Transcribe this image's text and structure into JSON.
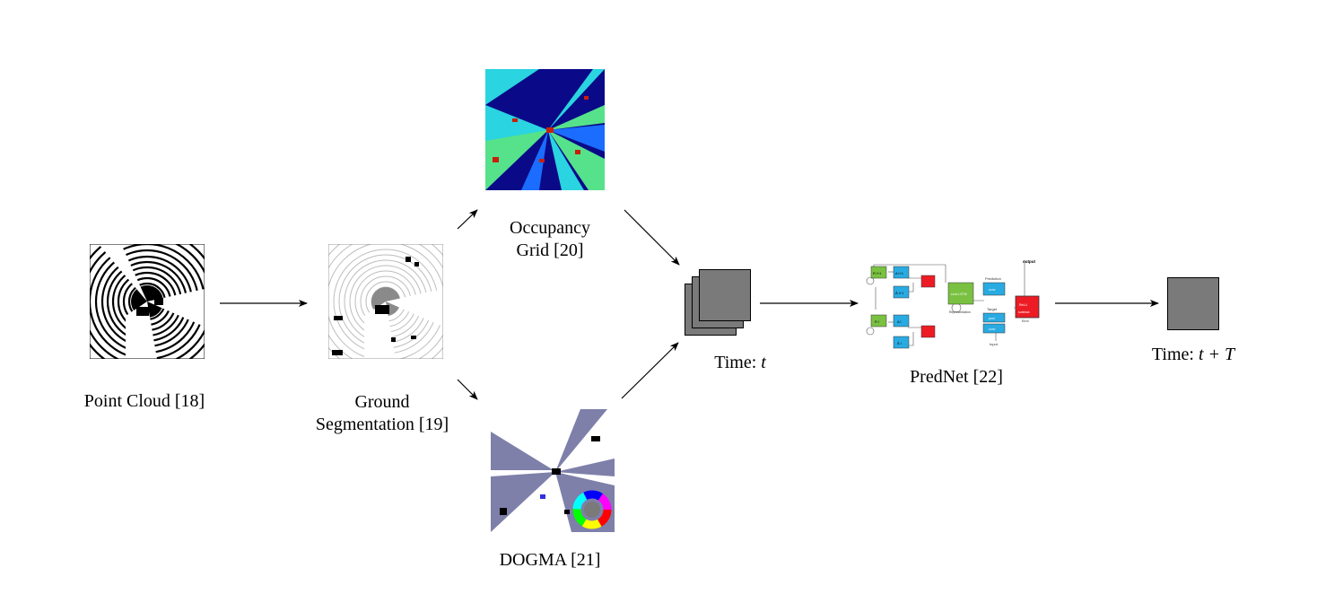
{
  "nodes": {
    "point_cloud": {
      "label": "Point Cloud [18]"
    },
    "ground_segmentation": {
      "label_line1": "Ground",
      "label_line2": "Segmentation [19]"
    },
    "occupancy_grid": {
      "label_line1": "Occupancy",
      "label_line2": "Grid [20]"
    },
    "dogma": {
      "label": "DOGMA [21]"
    },
    "time_t": {
      "label_prefix": "Time: ",
      "label_var": "t"
    },
    "prednet": {
      "label": "PredNet [22]",
      "inner": {
        "output": "output",
        "prediction": "Prediction",
        "target": "Target",
        "representation": "Representation",
        "error": "Error",
        "input": "Input",
        "conv_lstm": "conv LSTM",
        "conv": "conv",
        "pool": "pool",
        "relu": "ReLU",
        "subtract": "subtract",
        "r_top": "R l+1",
        "a_top": "A l+1",
        "ahat_top": "Â l+1",
        "r_bot": "R l",
        "a_bot": "A l",
        "ahat_bot": "Â l"
      }
    },
    "time_tT": {
      "label_prefix": "Time: ",
      "label_var": "t + T"
    }
  },
  "colors": {
    "grey_frame": "#7a7a7a",
    "occupancy_navy": "#0a0a88",
    "occupancy_cyan": "#2ad4e0",
    "occupancy_green": "#55e28a",
    "occupancy_red": "#c8200a",
    "dogma_lavender": "#7e80aa",
    "prednet_green": "#7ac142",
    "prednet_blue": "#29abe2",
    "prednet_red": "#ed1c24"
  }
}
